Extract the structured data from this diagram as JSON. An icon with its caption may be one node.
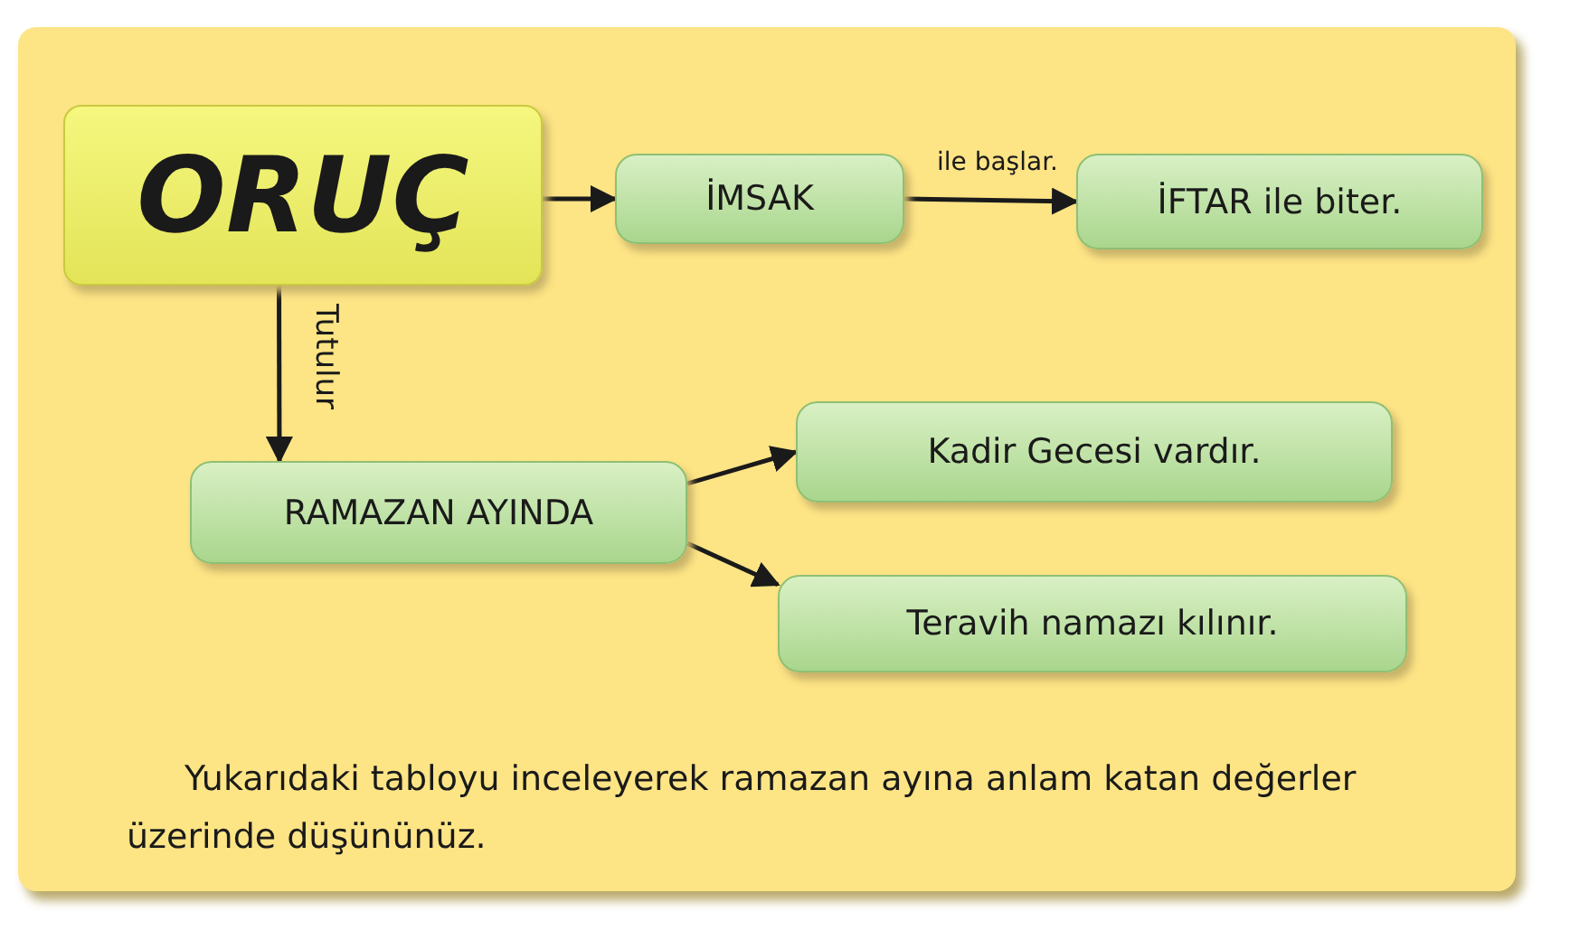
{
  "diagram": {
    "nodes": [
      {
        "text": [
          "ORUÇ"
        ]
      },
      {
        "text": [
          "İMSAK"
        ]
      },
      {
        "text": [
          "İFTAR ile biter."
        ]
      },
      {
        "text": [
          "RAMAZAN AYINDA"
        ]
      },
      {
        "text": [
          "Kadir Gecesi vardır."
        ]
      },
      {
        "text": [
          "Teravih namazı kılınır."
        ]
      }
    ],
    "edges": [
      {
        "from": 0,
        "to": 1,
        "arrow": "to"
      },
      {
        "from": 1,
        "to": 2,
        "arrow": "to",
        "label": "ile başlar."
      },
      {
        "from": 0,
        "to": 3,
        "arrow": "to",
        "label": "Tutulur"
      },
      {
        "from": 3,
        "to": 4,
        "arrow": "to"
      },
      {
        "from": 3,
        "to": 5,
        "arrow": "to"
      }
    ],
    "labels": [
      "Yukarıdaki tabloyu inceleyerek ramazan ayına anlam katan değerler üzerinde düşününüz."
    ]
  }
}
